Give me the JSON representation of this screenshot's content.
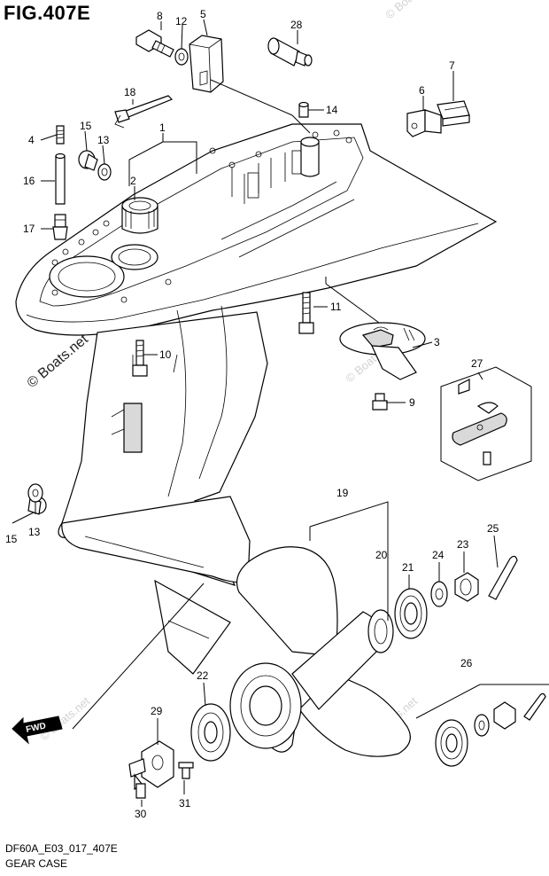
{
  "figure": {
    "title": "FIG.407E",
    "code": "DF60A_E03_017_407E",
    "name": "GEAR CASE"
  },
  "watermark": {
    "main": "© Boats.net",
    "faint": "© Boats.net"
  },
  "direction_badge": "FWD",
  "callouts": [
    {
      "id": "c8",
      "label": "8"
    },
    {
      "id": "c12",
      "label": "12"
    },
    {
      "id": "c5",
      "label": "5"
    },
    {
      "id": "c28",
      "label": "28"
    },
    {
      "id": "c7",
      "label": "7"
    },
    {
      "id": "c6",
      "label": "6"
    },
    {
      "id": "c18",
      "label": "18"
    },
    {
      "id": "c14",
      "label": "14"
    },
    {
      "id": "c1",
      "label": "1"
    },
    {
      "id": "c15a",
      "label": "15"
    },
    {
      "id": "c4",
      "label": "4"
    },
    {
      "id": "c13a",
      "label": "13"
    },
    {
      "id": "c2",
      "label": "2"
    },
    {
      "id": "c16",
      "label": "16"
    },
    {
      "id": "c17",
      "label": "17"
    },
    {
      "id": "c11",
      "label": "11"
    },
    {
      "id": "c3",
      "label": "3"
    },
    {
      "id": "c10",
      "label": "10"
    },
    {
      "id": "c27",
      "label": "27"
    },
    {
      "id": "c9",
      "label": "9"
    },
    {
      "id": "c15b",
      "label": "15"
    },
    {
      "id": "c13b",
      "label": "13"
    },
    {
      "id": "c19",
      "label": "19"
    },
    {
      "id": "c25",
      "label": "25"
    },
    {
      "id": "c20",
      "label": "20"
    },
    {
      "id": "c23",
      "label": "23"
    },
    {
      "id": "c21",
      "label": "21"
    },
    {
      "id": "c24",
      "label": "24"
    },
    {
      "id": "c26",
      "label": "26"
    },
    {
      "id": "c22",
      "label": "22"
    },
    {
      "id": "c29",
      "label": "29"
    },
    {
      "id": "c31",
      "label": "31"
    },
    {
      "id": "c30",
      "label": "30"
    }
  ]
}
